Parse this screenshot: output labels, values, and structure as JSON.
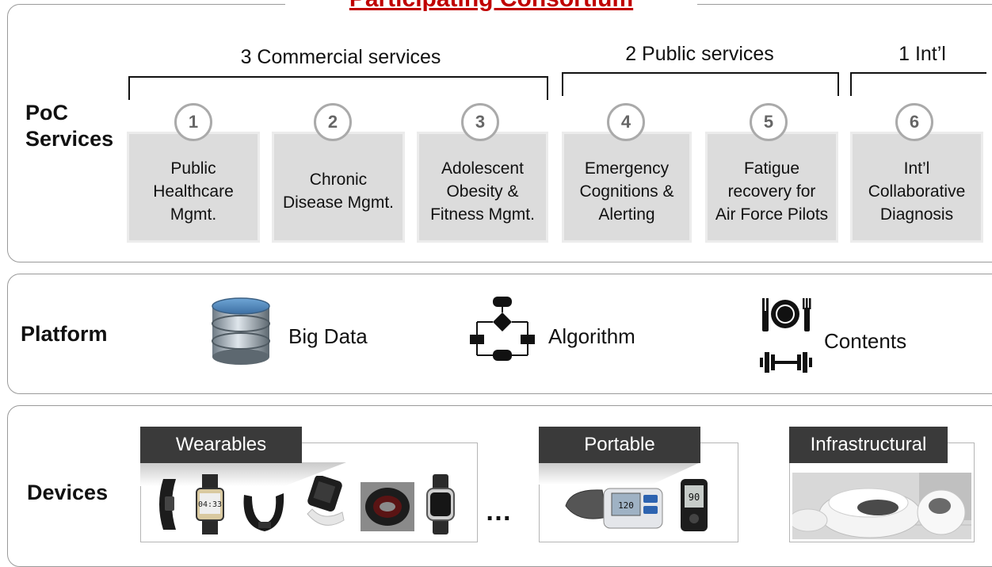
{
  "title": "Participating Consortium",
  "rows": {
    "poc": "PoC\nServices",
    "platform": "Platform",
    "devices": "Devices"
  },
  "groups": [
    {
      "label": "3 Commercial services"
    },
    {
      "label": "2 Public services"
    },
    {
      "label": "1 Int’l"
    }
  ],
  "services": [
    {
      "number": "1",
      "label": "Public\nHealthcare\nMgmt."
    },
    {
      "number": "2",
      "label": "Chronic\nDisease Mgmt."
    },
    {
      "number": "3",
      "label": "Adolescent\nObesity &\nFitness Mgmt."
    },
    {
      "number": "4",
      "label": "Emergency\nCognitions &\nAlerting"
    },
    {
      "number": "5",
      "label": "Fatigue\nrecovery for\nAir Force Pilots"
    },
    {
      "number": "6",
      "label": "Int’l\nCollaborative\nDiagnosis"
    }
  ],
  "platform": {
    "big_data": "Big Data",
    "algorithm": "Algorithm",
    "contents": "Contents"
  },
  "devices": {
    "wearables": "Wearables",
    "portable": "Portable",
    "infrastructural": "Infrastructural",
    "more": "…",
    "bp_reading": "120",
    "glucose_reading": "90",
    "watch_time": "04:33"
  }
}
